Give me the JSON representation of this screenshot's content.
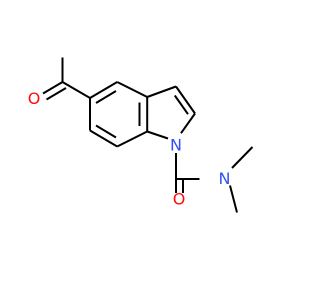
{
  "colors": {
    "background": "#ffffff",
    "carbon_bond": "#000000",
    "oxygen": "#ff0d0d",
    "nitrogen": "#3050f8"
  },
  "atoms": {
    "aldehyde_oxygen": "O",
    "indole_nitrogen": "N",
    "amide_oxygen": "O",
    "amide_nitrogen": "N"
  }
}
